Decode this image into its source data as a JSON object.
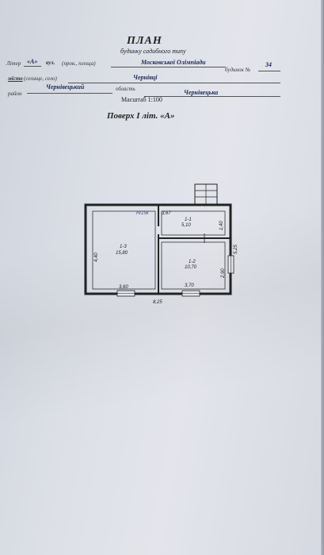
{
  "header": {
    "title": "ПЛАН",
    "subtitle": "будинку садибного типу"
  },
  "address": {
    "litera_label": "Літер",
    "litera_value": "«А»",
    "street_label": "вул.",
    "street_hint": "(пров., площа)",
    "street_value": "Московської Олімпіади",
    "house_label": "будинок №",
    "house_value": "34",
    "city_label": "місто",
    "city_hint": "(селище, село)",
    "city_value": "Чернівці",
    "district_label": "район",
    "district_value": "Чернівецький",
    "region_label": "область",
    "region_value": "Чернівецька"
  },
  "scale": "Масштаб 1:100",
  "floor_title": "Поверх I літ. «А»",
  "plan": {
    "rooms": [
      {
        "code": "1-1",
        "area": "5,10"
      },
      {
        "code": "1-2",
        "area": "10,70"
      },
      {
        "code": "1-3",
        "area": "15,80"
      }
    ],
    "dimensions": {
      "top_left": "3,67",
      "hall_height": "1,40",
      "left_height": "4,40",
      "right_height": "5,25",
      "room2_height": "2,90",
      "room3_width": "3,60",
      "room2_width": "3,70",
      "total_width": "8,25"
    },
    "handwritten_note": "Н/15к"
  }
}
